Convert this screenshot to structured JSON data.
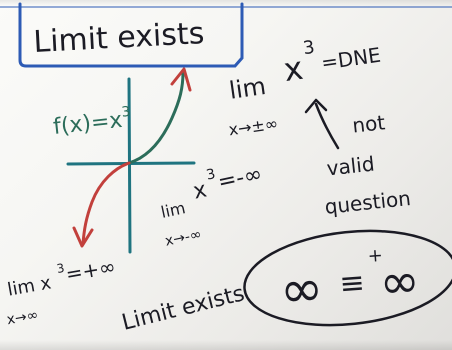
{
  "board": {
    "heading": "Limit exists",
    "function_label": "f(x)=x",
    "function_exp": "3",
    "top_right": {
      "lim": "lim",
      "expr": "x",
      "exp": "3",
      "eq": "=DNE",
      "subscript": "x→±∞"
    },
    "note_lines": [
      "not",
      "valid",
      "question"
    ],
    "mid": {
      "lim": "lim",
      "expr": "x",
      "exp": "3",
      "eq": "=-∞",
      "subscript": "x→-∞"
    },
    "bottom_left": {
      "lim": "lim x",
      "exp": "3",
      "eq": "=+∞",
      "subscript": "x→∞"
    },
    "bottom_center": "Limit exists",
    "circled": {
      "lhs": "∞",
      "sym": "≡",
      "plus": "+",
      "rhs": "∞"
    }
  },
  "colors": {
    "ink_blue": "#2d5bb5",
    "ink_black": "#1b1b24",
    "ink_red": "#c2403c",
    "ink_teal": "#1f7480",
    "ink_green": "#2c6d5a"
  }
}
